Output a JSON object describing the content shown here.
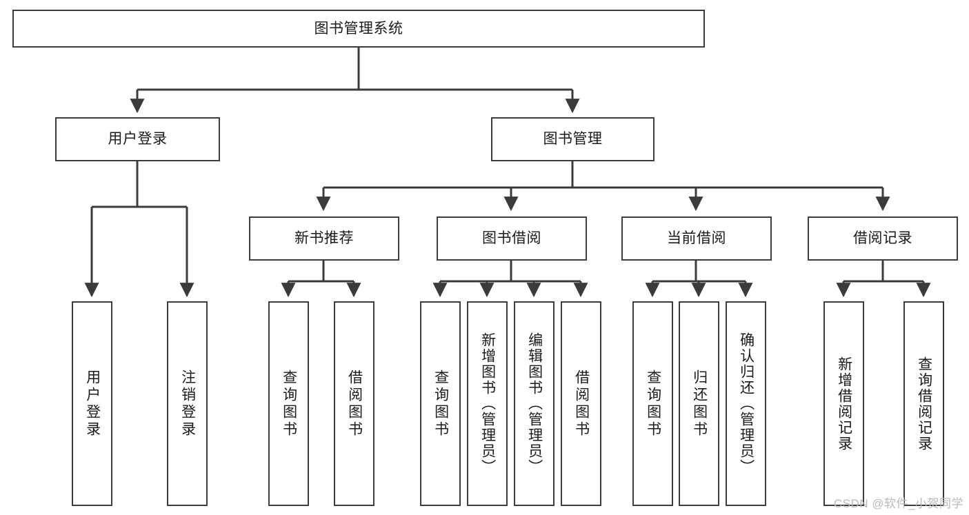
{
  "diagram": {
    "type": "tree-hierarchy",
    "title": "图书管理系统",
    "root": {
      "label": "图书管理系统"
    },
    "level2": [
      {
        "label": "用户登录"
      },
      {
        "label": "图书管理"
      }
    ],
    "level3": [
      {
        "label": "新书推荐"
      },
      {
        "label": "图书借阅"
      },
      {
        "label": "当前借阅"
      },
      {
        "label": "借阅记录"
      }
    ],
    "leaves": {
      "user_login": [
        {
          "label": "用户登录"
        },
        {
          "label": "注销登录"
        }
      ],
      "new_book_recommend": [
        {
          "label": "查询图书"
        },
        {
          "label": "借阅图书"
        }
      ],
      "book_borrow": [
        {
          "label": "查询图书"
        },
        {
          "label": "新增图书（管理员）"
        },
        {
          "label": "编辑图书（管理员）"
        },
        {
          "label": "借阅图书"
        }
      ],
      "current_borrow": [
        {
          "label": "查询图书"
        },
        {
          "label": "归还图书"
        },
        {
          "label": "确认归还（管理员）"
        }
      ],
      "borrow_record": [
        {
          "label": "新增借阅记录"
        },
        {
          "label": "查询借阅记录"
        }
      ]
    }
  },
  "watermark": {
    "text": "CSDN @软件_小贺同学"
  },
  "colors": {
    "stroke": "#3b3b3b",
    "fill": "#ffffff",
    "text": "#1a1a1a",
    "watermark": "#b9b9b9"
  }
}
